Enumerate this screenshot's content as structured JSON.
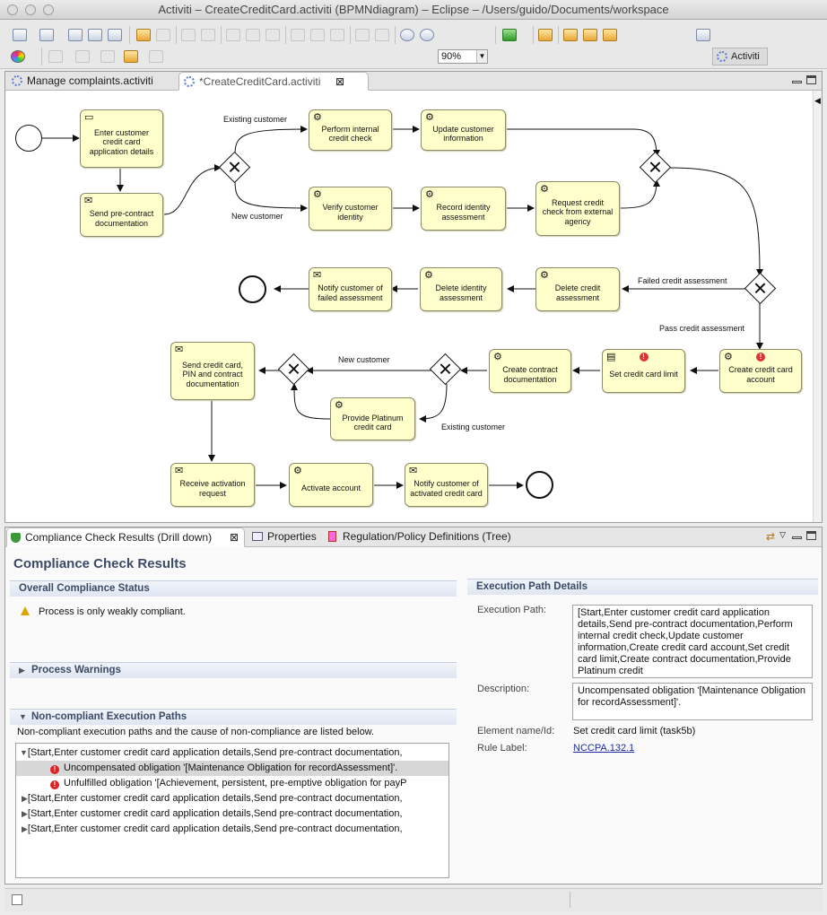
{
  "window": {
    "title": "Activiti – CreateCreditCard.activiti (BPMNdiagram) – Eclipse – /Users/guido/Documents/workspace"
  },
  "toolbar": {
    "zoom": "90%",
    "perspective": "Activiti"
  },
  "editor": {
    "tabs": [
      {
        "label": "Manage complaints.activiti"
      },
      {
        "label": "*CreateCreditCard.activiti"
      }
    ]
  },
  "diagram": {
    "tasks": [
      {
        "id": "enter",
        "label": "Enter customer credit card application details",
        "icon": "user-icon"
      },
      {
        "id": "sendpre",
        "label": "Send pre-contract documentation",
        "icon": "mail-icon"
      },
      {
        "id": "perform",
        "label": "Perform internal credit check",
        "icon": "gear-icon"
      },
      {
        "id": "update",
        "label": "Update customer information",
        "icon": "gear-icon"
      },
      {
        "id": "verify",
        "label": "Verify customer identity",
        "icon": "gear-icon"
      },
      {
        "id": "record",
        "label": "Record identity assessment",
        "icon": "gear-icon"
      },
      {
        "id": "request",
        "label": "Request credit check from external agency",
        "icon": "gear-icon"
      },
      {
        "id": "notifyfail",
        "label": "Notify customer of failed assessment",
        "icon": "mail-icon"
      },
      {
        "id": "delident",
        "label": "Delete identity assessment",
        "icon": "gear-icon"
      },
      {
        "id": "delcredit",
        "label": "Delete credit assessment",
        "icon": "gear-icon"
      },
      {
        "id": "createacc",
        "label": "Create credit card account",
        "icon": "gear-icon"
      },
      {
        "id": "setlimit",
        "label": "Set credit card limit",
        "icon": "table-icon"
      },
      {
        "id": "contract",
        "label": "Create contract documentation",
        "icon": "gear-icon"
      },
      {
        "id": "sendcard",
        "label": "Send credit card, PIN and contract documentation",
        "icon": "mail-icon"
      },
      {
        "id": "platinum",
        "label": "Provide Platinum credit card",
        "icon": "gear-icon"
      },
      {
        "id": "receive",
        "label": "Receive activation request",
        "icon": "mail-icon"
      },
      {
        "id": "activate",
        "label": "Activate account",
        "icon": "gear-icon"
      },
      {
        "id": "notifyact",
        "label": "Notify customer of activated credit card",
        "icon": "mail-icon"
      }
    ],
    "edge_labels": {
      "existing1": "Existing customer",
      "new1": "New customer",
      "failed": "Failed credit assessment",
      "pass": "Pass credit assessment",
      "new2": "New customer",
      "existing2": "Existing customer"
    }
  },
  "panel": {
    "tabs": [
      {
        "label": "Compliance Check Results (Drill down)"
      },
      {
        "label": "Properties"
      },
      {
        "label": "Regulation/Policy Definitions (Tree)"
      }
    ],
    "title": "Compliance Check Results",
    "overall": {
      "header": "Overall Compliance Status",
      "status": "Process is only weakly compliant."
    },
    "warnings": {
      "header": "Process Warnings"
    },
    "noncompliant": {
      "header": "Non-compliant Execution Paths",
      "description": "Non-compliant execution paths and the cause of non-compliance are listed below.",
      "rows": [
        {
          "text": "[Start,Enter customer credit card application details,Send pre-contract documentation,",
          "expanded": true
        },
        {
          "text": "Uncompensated obligation '[Maintenance Obligation for recordAssessment]'.",
          "child": true,
          "selected": true
        },
        {
          "text": "Unfulfilled obligation '[Achievement, persistent, pre-emptive obligation for payP",
          "child": true
        },
        {
          "text": "[Start,Enter customer credit card application details,Send pre-contract documentation,"
        },
        {
          "text": "[Start,Enter customer credit card application details,Send pre-contract documentation,"
        },
        {
          "text": "[Start,Enter customer credit card application details,Send pre-contract documentation,"
        }
      ]
    },
    "details": {
      "header": "Execution Path Details",
      "path_label": "Execution Path:",
      "path_value": "[Start,Enter customer credit card application details,Send pre-contract documentation,Perform internal credit check,Update customer information,Create credit card account,Set credit card limit,Create contract documentation,Provide Platinum credit",
      "desc_label": "Description:",
      "desc_value": "Uncompensated obligation '[Maintenance Obligation for recordAssessment]'.",
      "element_label": "Element name/Id:",
      "element_value": "Set credit card limit (task5b)",
      "rule_label": "Rule Label:",
      "rule_value": "NCCPA.132.1"
    }
  }
}
